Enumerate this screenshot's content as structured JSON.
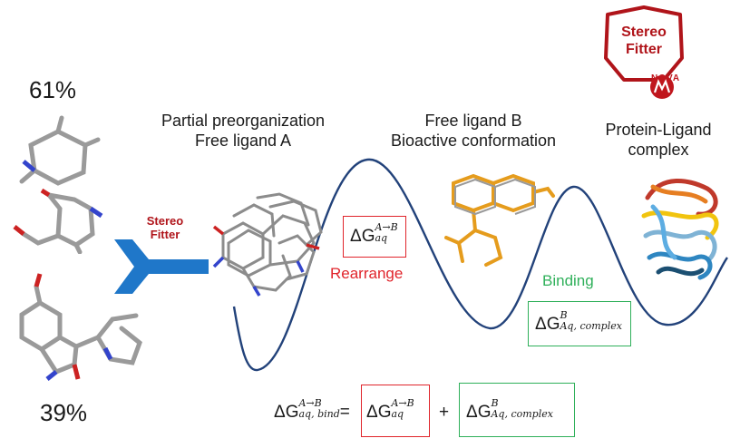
{
  "badge": {
    "line1": "Stereo",
    "line2": "Fitter",
    "brand": "NOVA"
  },
  "left": {
    "pct_top": "61%",
    "pct_bottom": "39%",
    "badge_line1": "Stereo",
    "badge_line2": "Fitter"
  },
  "labels": {
    "free_a_line1": "Partial preorganization",
    "free_a_line2": "Free ligand A",
    "free_b_line1": "Free ligand B",
    "free_b_line2": "Bioactive conformation",
    "complex_line1": "Protein-Ligand",
    "complex_line2": "complex"
  },
  "stages": {
    "rearrange": "Rearrange",
    "binding": "Binding"
  },
  "dg": {
    "symbol": "ΔG",
    "rearrange_sup": "A→B",
    "rearrange_sub": "aq",
    "binding_sup": "B",
    "binding_sub": "Aq, complex",
    "bind_sup": "A→B",
    "bind_sub": "aq, bind",
    "equals": "=",
    "plus": "+"
  },
  "colors": {
    "red": "#e0242b",
    "green": "#2fb05a",
    "curve": "#22427a",
    "arrow": "#1f77c9",
    "badge": "#b0141a"
  }
}
